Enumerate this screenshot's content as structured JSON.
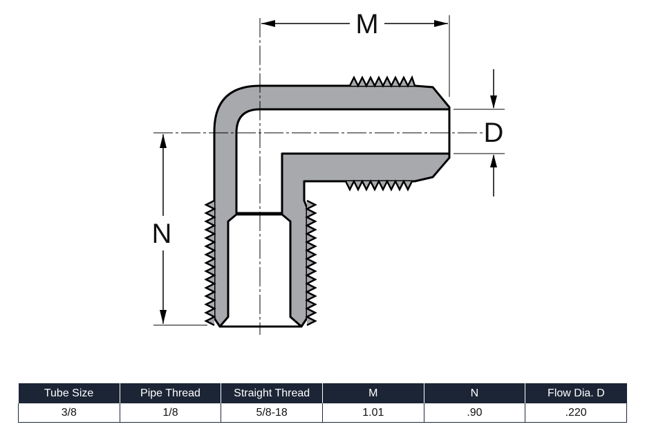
{
  "diagram": {
    "labels": {
      "m": "M",
      "n": "N",
      "d": "D"
    },
    "colors": {
      "body": "#a7a9ac",
      "outline": "#000000",
      "bore": "#ffffff"
    }
  },
  "table": {
    "headers": [
      "Tube Size",
      "Pipe Thread",
      "Straight Thread",
      "M",
      "N",
      "Flow Dia. D"
    ],
    "rows": [
      [
        "3/8",
        "1/8",
        "5/8-18",
        "1.01",
        ".90",
        ".220"
      ]
    ],
    "header_color": "#1c2536"
  }
}
